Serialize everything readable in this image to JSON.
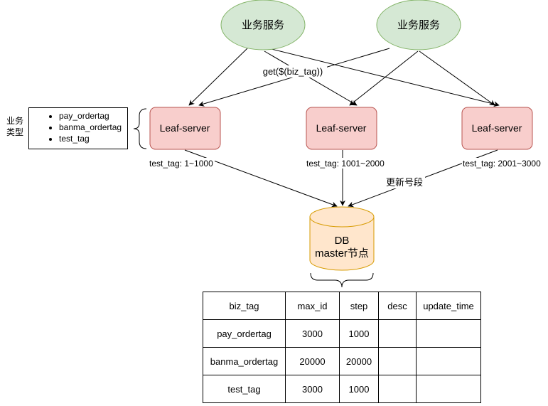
{
  "diagram": {
    "services": [
      {
        "label": "业务服务"
      },
      {
        "label": "业务服务"
      }
    ],
    "request_label": "get($(biz_tag))",
    "servers": [
      {
        "label": "Leaf-server",
        "segment": "test_tag: 1~1000"
      },
      {
        "label": "Leaf-server",
        "segment": "test_tag: 1001~2000"
      },
      {
        "label": "Leaf-server",
        "segment": "test_tag: 2001~3000"
      }
    ],
    "update_label": "更新号段",
    "db": {
      "line1": "DB",
      "line2": "master节点"
    },
    "biz_types": {
      "label_line1": "业务",
      "label_line2": "类型",
      "items": [
        "pay_ordertag",
        "banma_ordertag",
        "test_tag"
      ]
    },
    "colors": {
      "service_fill": "#d5e8d4",
      "service_stroke": "#82b366",
      "server_fill": "#f8cecc",
      "server_stroke": "#b85450",
      "db_fill": "#ffe6cc",
      "db_stroke": "#d79b00"
    }
  },
  "table": {
    "headers": [
      "biz_tag",
      "max_id",
      "step",
      "desc",
      "update_time"
    ],
    "rows": [
      [
        "pay_ordertag",
        "3000",
        "1000",
        "",
        ""
      ],
      [
        "banma_ordertag",
        "20000",
        "20000",
        "",
        ""
      ],
      [
        "test_tag",
        "3000",
        "1000",
        "",
        ""
      ]
    ]
  }
}
